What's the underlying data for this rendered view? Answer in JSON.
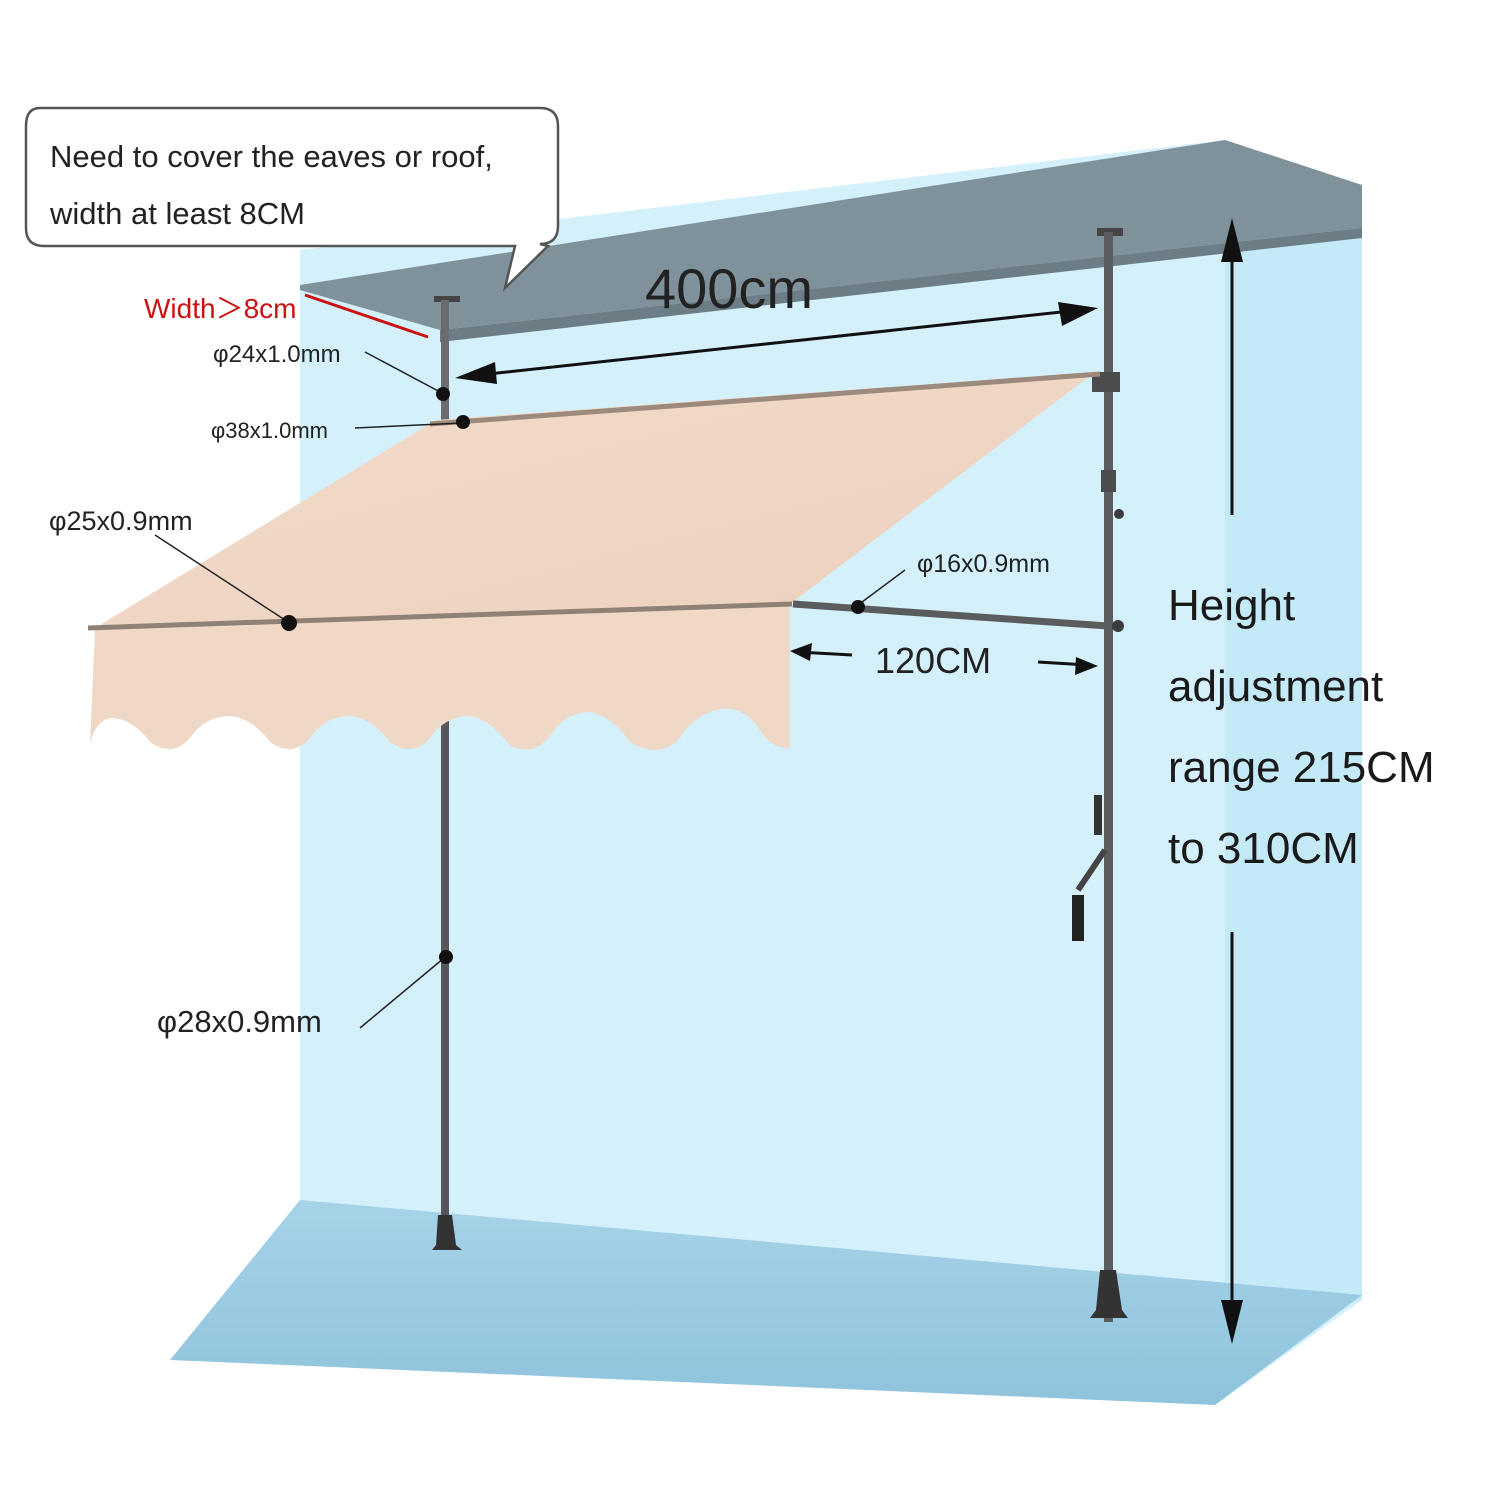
{
  "callout": {
    "line1": "Need to cover the eaves or roof,",
    "line2": "width at least 8CM"
  },
  "eave_width_label": "Width＞8cm",
  "width_label": "400cm",
  "depth_label": "120CM",
  "height_label": {
    "line1": "Height",
    "line2": "adjustment",
    "line3": "range 215CM",
    "line4": "to 310CM"
  },
  "tube_specs": {
    "top_pole": "φ24x1.0mm",
    "roller_tube": "φ38x1.0mm",
    "front_bar": "φ25x0.9mm",
    "support_arm": "φ16x0.9mm",
    "main_pole": "φ28x0.9mm"
  },
  "colors": {
    "wall": "#cfeefa",
    "ceiling": "#7f929c",
    "floor": "#9fcde2",
    "fabric": "#f0d8c6",
    "pole": "#5a5c5e",
    "accent_red": "#cc1111"
  }
}
